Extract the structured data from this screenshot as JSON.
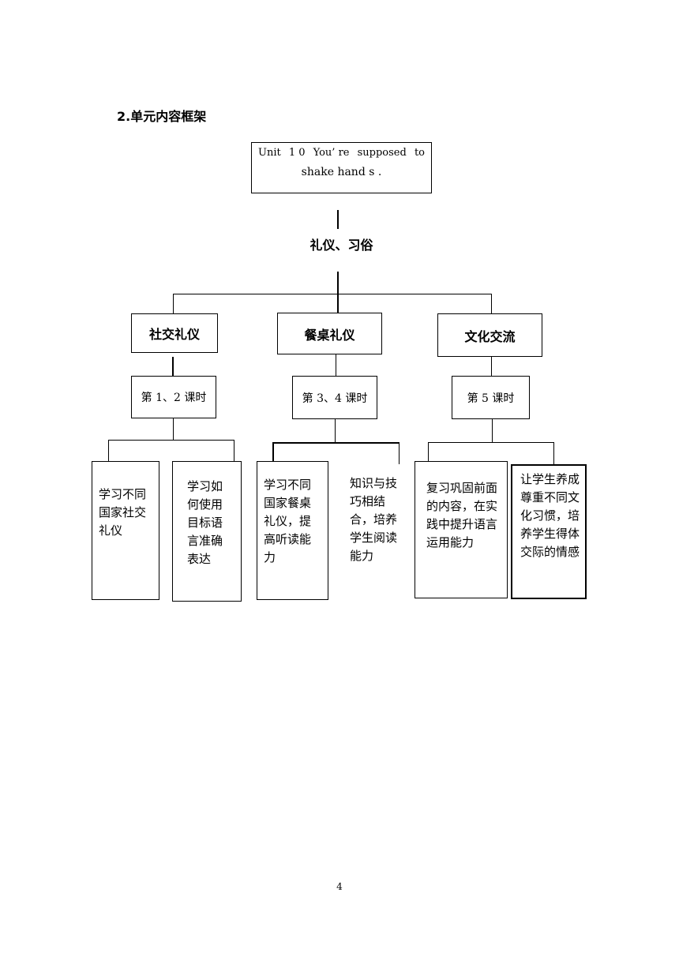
{
  "section_heading": "2.单元内容框架",
  "unit": {
    "line1": [
      "Unit",
      "1 0",
      "You’ re",
      "supposed",
      "to"
    ],
    "line2": "shake hand s ."
  },
  "topic": "礼仪、习俗",
  "categories": [
    "社交礼仪",
    "餐桌礼仪",
    "文化交流"
  ],
  "lessons": [
    "第 1、2 课时",
    "第 3、4 课时",
    "第 5 课时"
  ],
  "leaves": [
    "学习不同国家社交礼仪",
    "学习如何使用目标语言准确表达",
    "学习不同国家餐桌礼仪，提高听读能力",
    "知识与技巧相结合，培养学生阅读能力",
    "复习巩固前面的内容，在实践中提升语言运用能力",
    "让学生养成尊重不同文化习惯，培养学生得体交际的情感"
  ],
  "page_number": "4"
}
